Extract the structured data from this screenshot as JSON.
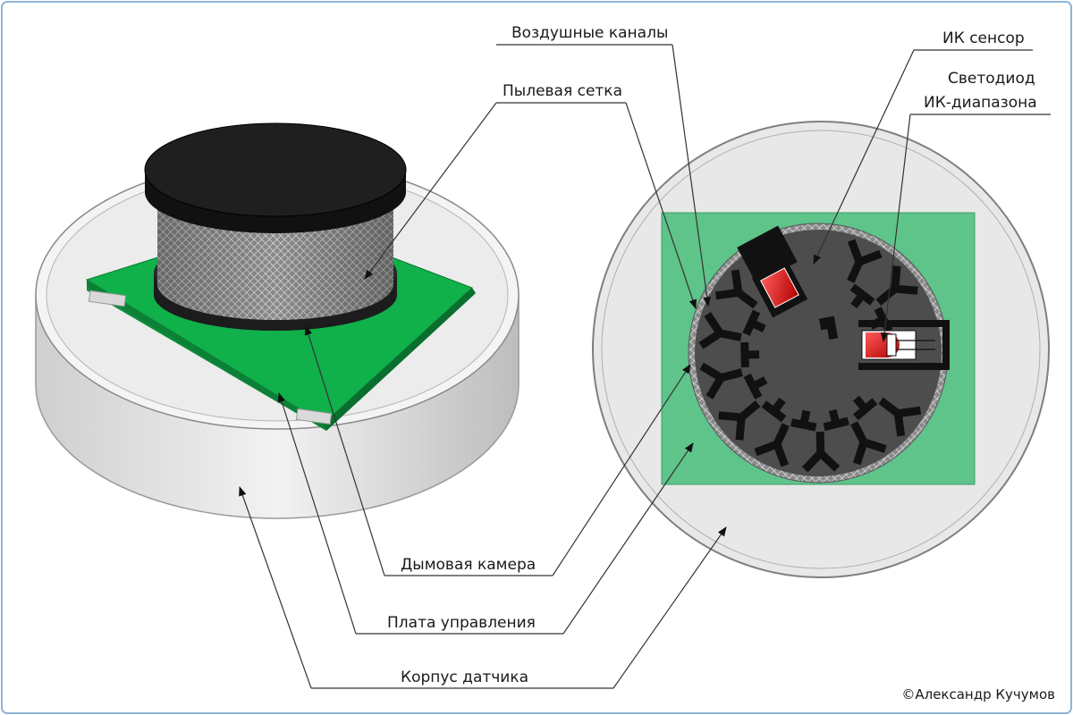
{
  "labels": {
    "air_channels": "Воздушные каналы",
    "ir_sensor": "ИК сенсор",
    "ir_led_line1": "Светодиод",
    "ir_led_line2": "ИК-диапазона",
    "dust_mesh": "Пылевая сетка",
    "smoke_chamber": "Дымовая камера",
    "control_board": "Плата управления",
    "sensor_housing": "Корпус датчика"
  },
  "copyright": "©Александр Кучумов",
  "colors": {
    "frame": "#8fb4d8",
    "pcb_green": "#10b04a",
    "pcb_light": "#5ec48a",
    "chamber_dark": "#1a1a1a",
    "chamber_grey": "#4d4d4d",
    "housing": "#e6e6e6",
    "led_red": "#e02020"
  }
}
